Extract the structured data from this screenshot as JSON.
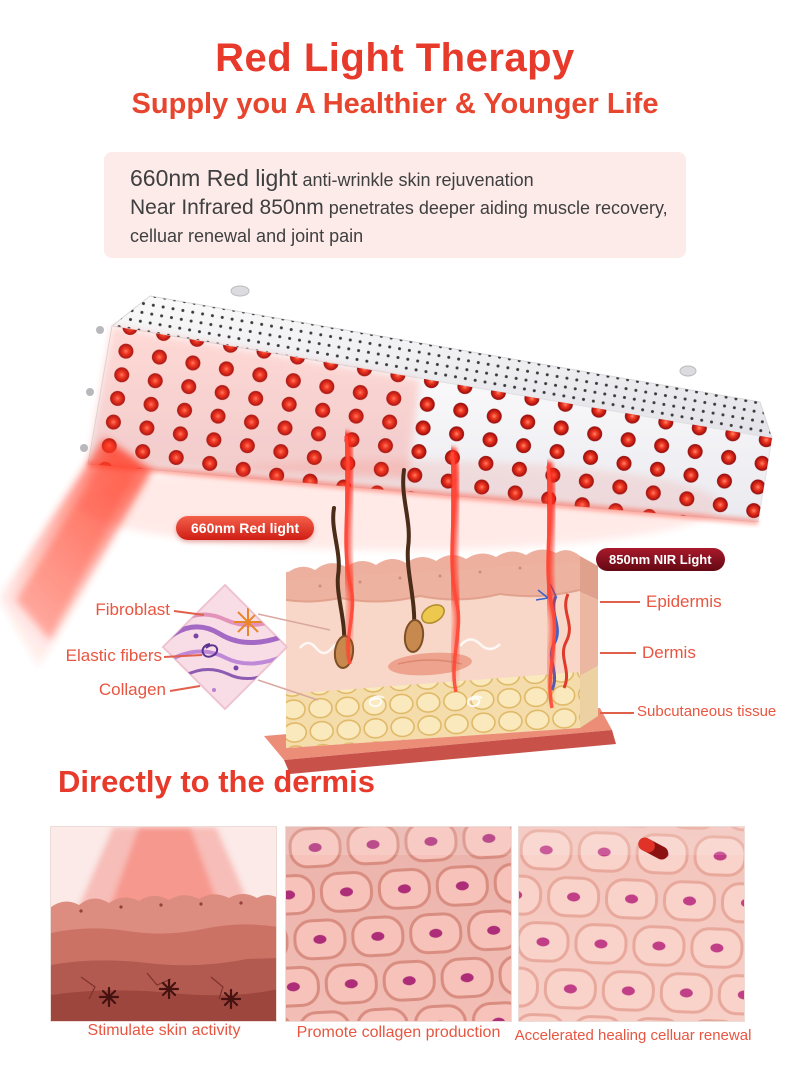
{
  "header": {
    "title": "Red Light Therapy",
    "subtitle": "Supply you A Healthier & Younger Life"
  },
  "info_box": {
    "line1_highlight": "660nm Red light",
    "line1_text": " anti-wrinkle skin rejuvenation",
    "line2_highlight": "Near Infrared 850nm",
    "line2_text": " penetrates deeper aiding muscle recovery,",
    "line3_text": "celluar renewal and joint pain"
  },
  "diagram": {
    "badge_red_light": "660nm Red light",
    "badge_nir_light": "850nm NIR Light",
    "left_labels": [
      {
        "label": "Fibroblast"
      },
      {
        "label": "Elastic fibers"
      },
      {
        "label": "Collagen"
      }
    ],
    "right_labels": [
      {
        "label": "Epidermis"
      },
      {
        "label": "Dermis"
      },
      {
        "label": "Subcutaneous tissue"
      }
    ]
  },
  "section": {
    "title": "Directly to the dermis"
  },
  "benefits": [
    {
      "caption": "Stimulate skin activity"
    },
    {
      "caption": "Promote collagen production"
    },
    {
      "caption": "Accelerated healing celluar renewal"
    }
  ],
  "colors": {
    "accent_red": "#e73a2b",
    "label_red": "#e85540",
    "info_box_bg": "#fcebe9",
    "badge_red_gradient_top": "#f4604a",
    "badge_red_gradient_bottom": "#cf1d14",
    "badge_nir_dark": "#7a0f1e",
    "led_red": "#f13a24"
  }
}
